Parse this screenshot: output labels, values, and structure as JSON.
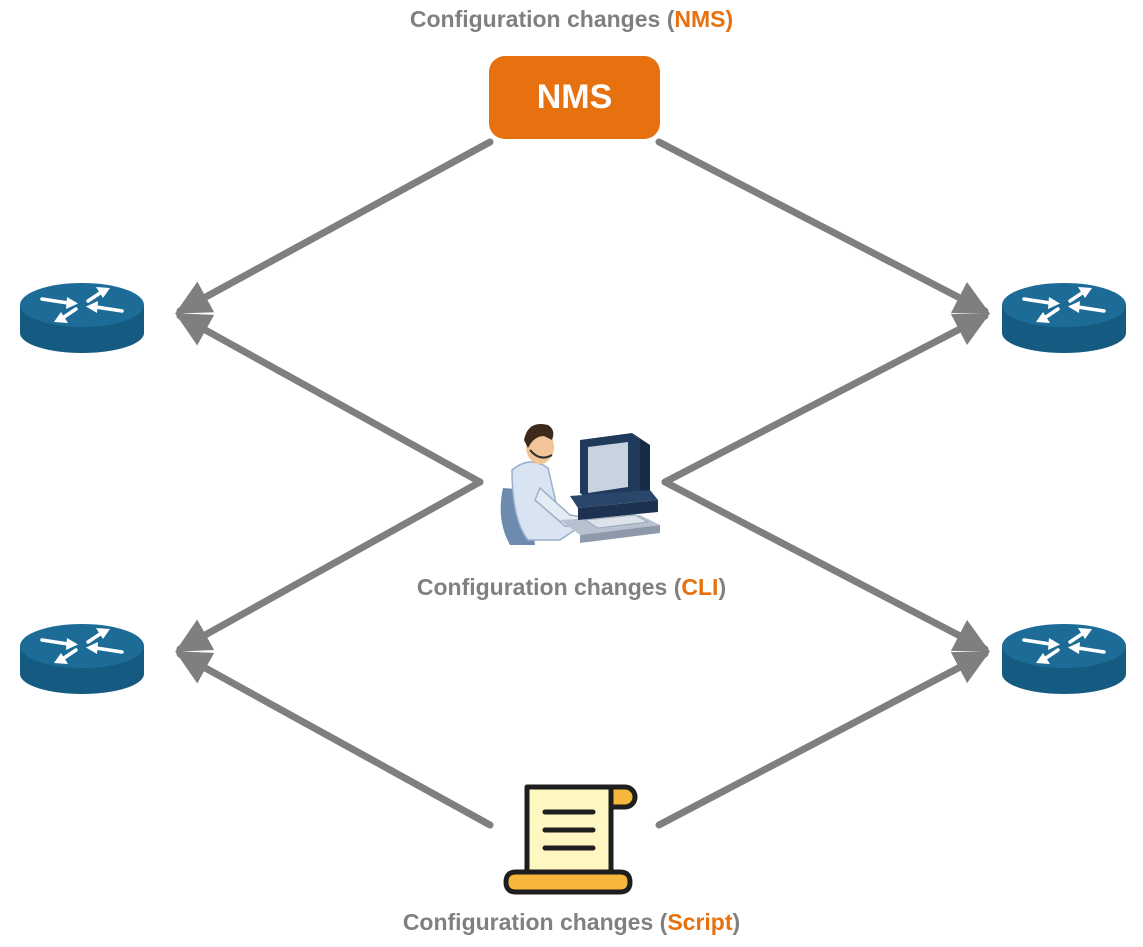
{
  "captions": {
    "nms": {
      "prefix": "Configuration changes (",
      "highlight": "NMS)",
      "suffix": ""
    },
    "cli": {
      "prefix": "Configuration changes (",
      "highlight": "CLI",
      "suffix": ")"
    },
    "script": {
      "prefix": "Configuration changes (",
      "highlight": "Script",
      "suffix": ")"
    }
  },
  "nms_box": {
    "label": "NMS"
  },
  "colors": {
    "accent": "#E8710F",
    "caption_gray": "#808080",
    "arrow_gray": "#7F7F7F",
    "router_top": "#1D6C97",
    "router_side": "#155A80",
    "script_paper": "#FFF7C2",
    "script_rod": "#F6B73C"
  },
  "icons": {
    "nms": "nms-server-box",
    "operator": "operator-at-computer-icon",
    "script": "script-scroll-icon",
    "router": "router-icon"
  },
  "routers": [
    "top-left",
    "top-right",
    "bottom-left",
    "bottom-right"
  ]
}
